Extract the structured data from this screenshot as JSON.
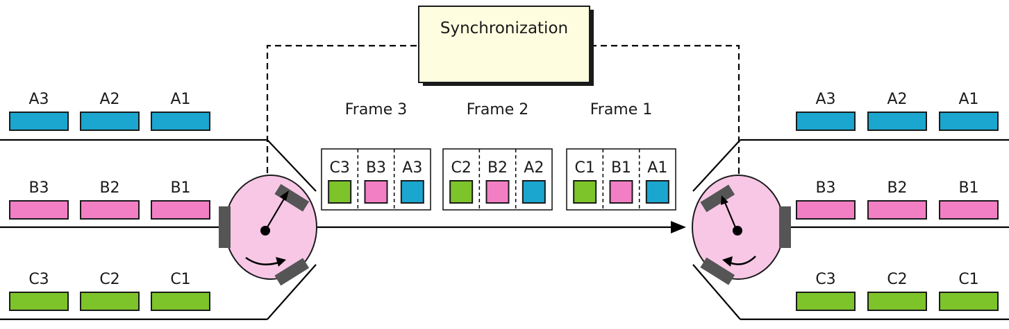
{
  "sync_label": "Synchronization",
  "colors": {
    "A": "#1aa6cf",
    "B": "#f27fc4",
    "C": "#7cc42a",
    "disc": "#f8c7e6",
    "brush": "#555555"
  },
  "sender": {
    "lines": [
      {
        "id": "A",
        "slots": [
          "A3",
          "A2",
          "A1"
        ]
      },
      {
        "id": "B",
        "slots": [
          "B3",
          "B2",
          "B1"
        ]
      },
      {
        "id": "C",
        "slots": [
          "C3",
          "C2",
          "C1"
        ]
      }
    ]
  },
  "receiver": {
    "lines": [
      {
        "id": "A",
        "slots": [
          "A3",
          "A2",
          "A1"
        ]
      },
      {
        "id": "B",
        "slots": [
          "B3",
          "B2",
          "B1"
        ]
      },
      {
        "id": "C",
        "slots": [
          "C3",
          "C2",
          "C1"
        ]
      }
    ]
  },
  "frames": [
    {
      "label": "Frame 3",
      "cells": [
        {
          "label": "C3",
          "line": "C"
        },
        {
          "label": "B3",
          "line": "B"
        },
        {
          "label": "A3",
          "line": "A"
        }
      ]
    },
    {
      "label": "Frame 2",
      "cells": [
        {
          "label": "C2",
          "line": "C"
        },
        {
          "label": "B2",
          "line": "B"
        },
        {
          "label": "A2",
          "line": "A"
        }
      ]
    },
    {
      "label": "Frame 1",
      "cells": [
        {
          "label": "C1",
          "line": "C"
        },
        {
          "label": "B1",
          "line": "B"
        },
        {
          "label": "A1",
          "line": "A"
        }
      ]
    }
  ]
}
